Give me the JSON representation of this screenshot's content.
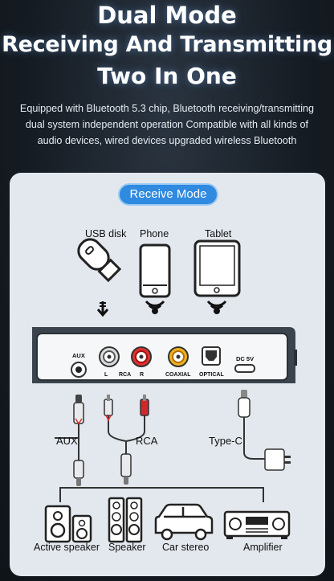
{
  "header": {
    "line1": "Dual Mode",
    "line2": "Receiving And Transmitting",
    "line3": "Two In One"
  },
  "description": {
    "line1": "Equipped with Bluetooth 5.3 chip, Bluetooth receiving/transmitting",
    "line2": "dual system independent operation Compatible with all kinds of",
    "line3": "audio devices, wired devices upgraded wireless Bluetooth"
  },
  "diagram": {
    "mode_button": "Receive Mode",
    "sources": {
      "usb": "USB disk",
      "phone": "Phone",
      "tablet": "Tablet"
    },
    "ports": {
      "aux": "AUX",
      "rca_left": "L",
      "rca_mid": "RCA",
      "rca_right": "R",
      "coaxial": "COAXIAL",
      "optical": "OPTICAL",
      "dc": "DC 5V"
    },
    "cables": {
      "aux": "AUX",
      "rca": "RCA",
      "typec": "Type-C"
    },
    "outputs": {
      "active_speaker": "Active speaker",
      "speaker": "Speaker",
      "car_stereo": "Car stereo",
      "amplifier": "Amplifier"
    }
  }
}
